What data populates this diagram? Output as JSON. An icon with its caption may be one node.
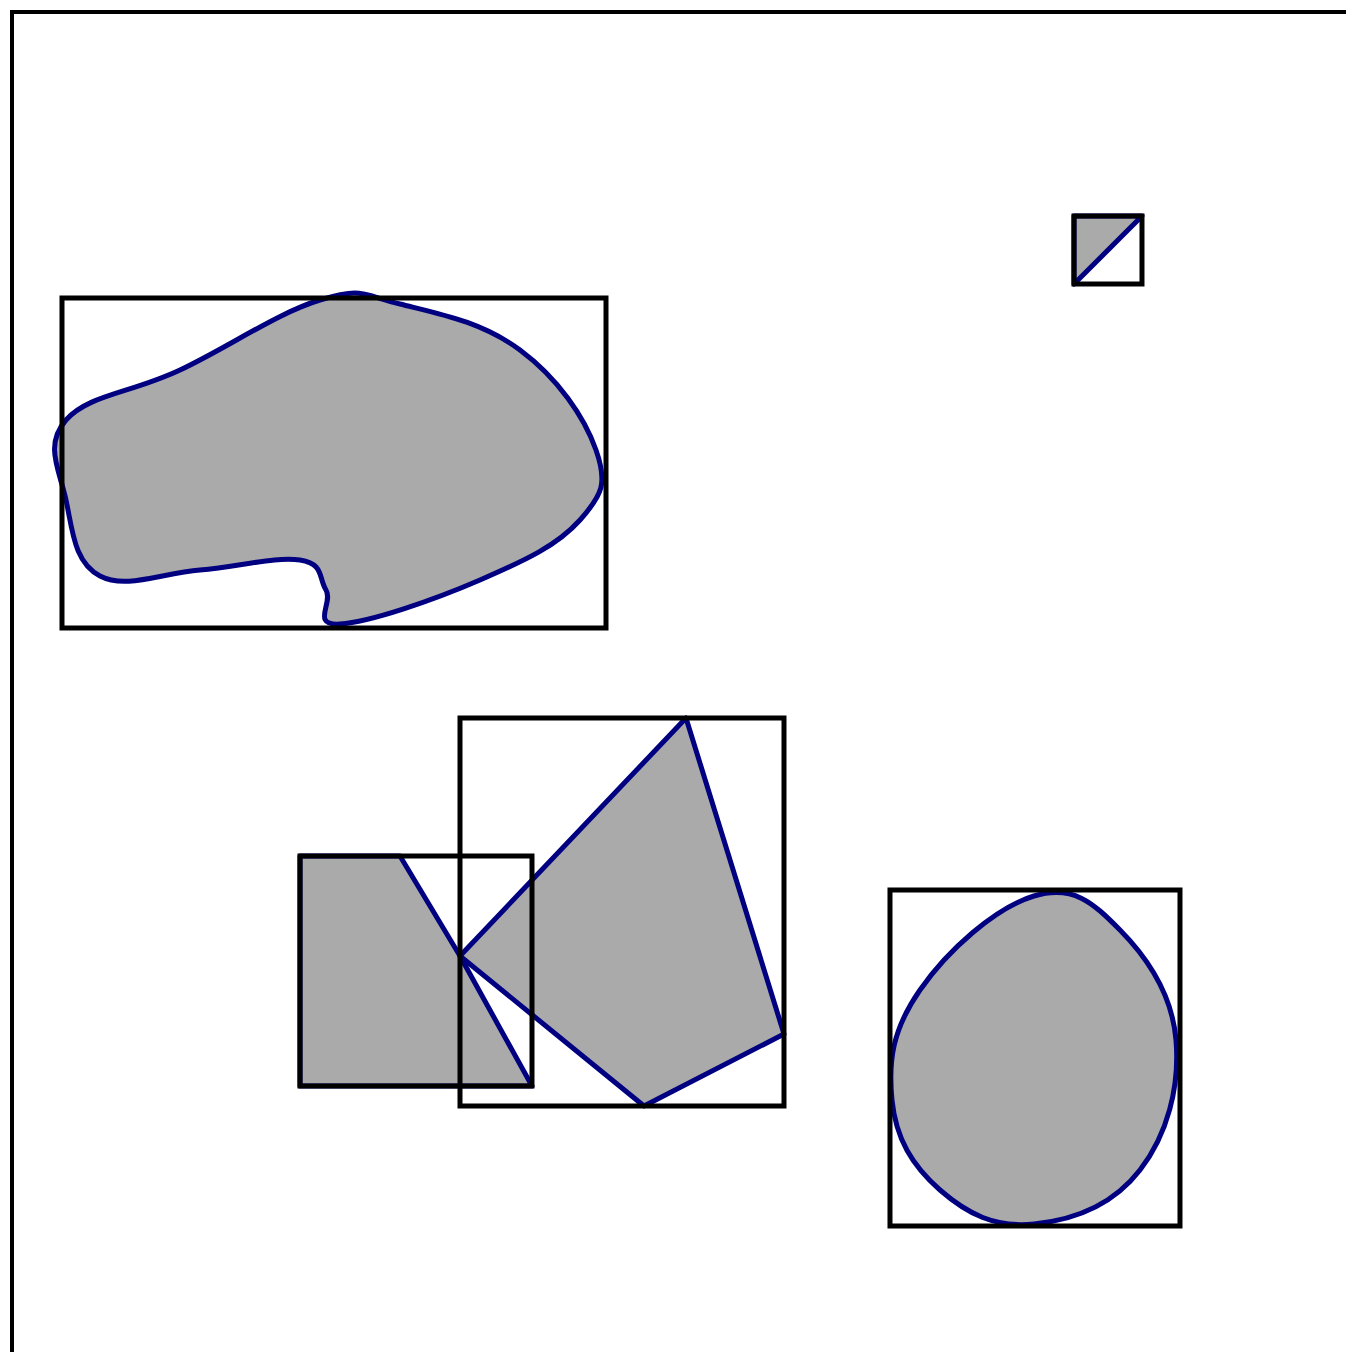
{
  "diagram": {
    "nodes": [
      {
        "text": [],
        "shape": "box"
      },
      {
        "text": [],
        "shape": "blob",
        "in": 0
      },
      {
        "text": [],
        "shape": "box"
      },
      {
        "text": [],
        "shape": "triangle",
        "in": 2
      },
      {
        "text": [],
        "shape": "box"
      },
      {
        "text": [],
        "shape": "polygon",
        "in": 4
      },
      {
        "text": [],
        "shape": "box"
      },
      {
        "text": [],
        "shape": "polygon",
        "in": 6
      },
      {
        "text": [],
        "shape": "box"
      },
      {
        "text": [],
        "shape": "oval",
        "in": 8
      }
    ]
  }
}
